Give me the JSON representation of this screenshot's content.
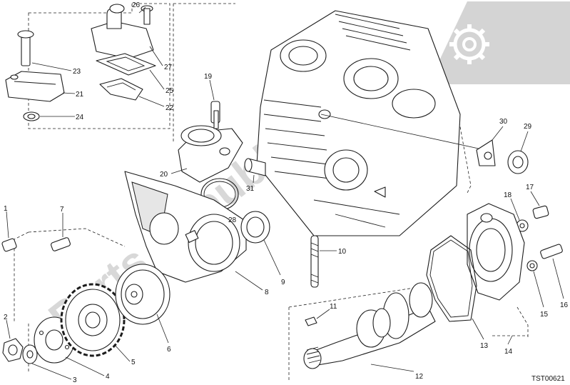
{
  "diagram": {
    "reference_code": "TST00621",
    "watermark_text": "Parts Republik",
    "callouts": [
      "1",
      "2",
      "3",
      "4",
      "5",
      "6",
      "7",
      "8",
      "9",
      "10",
      "11",
      "12",
      "13",
      "14",
      "15",
      "16",
      "17",
      "18",
      "19",
      "20",
      "21",
      "22",
      "23",
      "24",
      "25",
      "26",
      "27",
      "28",
      "29",
      "30",
      "31"
    ]
  },
  "colors": {
    "line": "#1c1c1c",
    "watermark": "#b8b8b8",
    "badge": "#c6c6c6"
  }
}
